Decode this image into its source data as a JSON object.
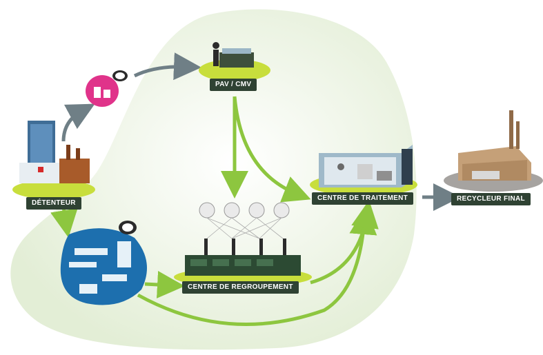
{
  "nodes": {
    "detenteur": "DÉTENTEUR",
    "pav_cmv": "PAV / CMV",
    "centre_regroupement": "CENTRE DE REGROUPEMENT",
    "centre_traitement": "CENTRE DE TRAITEMENT",
    "recycleur_final": "RECYCLEUR FINAL"
  },
  "colors": {
    "blob": "#e6efd9",
    "arrow_green": "#8dc63f",
    "arrow_grey": "#6f7f86",
    "label_bg": "#2f4233",
    "platform_lime": "#c8de3c",
    "platform_grey": "#a6a3a0",
    "bubble_pink": "#e0338a",
    "bubble_blue": "#1d6fae"
  },
  "icons": [
    "factory-icon",
    "furniture-bubble-icon",
    "office-furniture-bubble-icon",
    "collection-point-icon",
    "warehouse-icon",
    "treatment-center-icon",
    "recycling-plant-icon"
  ]
}
